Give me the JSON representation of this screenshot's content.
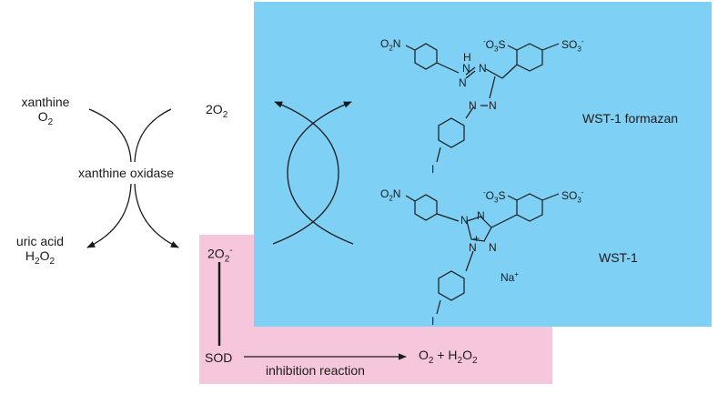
{
  "left_reaction": {
    "substrate_line1": "xanthine",
    "substrate_line2_base": "O",
    "substrate_line2_sub": "2",
    "enzyme": "xanthine oxidase",
    "product_line1": "uric acid",
    "product_line2_h": "H",
    "product_line2_sub1": "2",
    "product_line2_o": "O",
    "product_line2_sub2": "2"
  },
  "superoxide_top": {
    "prefix": "2O",
    "sub": "2"
  },
  "superoxide_box": {
    "prefix": "2O",
    "sub": "2",
    "sup": "-"
  },
  "sod": "SOD",
  "inhibition": "inhibition reaction",
  "inhibition_product": {
    "o": "O",
    "o_sub": "2",
    "plus_h": " + H",
    "h_sub": "2",
    "o2": "O",
    "o2_sub": "2"
  },
  "formazan_label": "WST-1 formazan",
  "wst1_label": "WST-1",
  "structure": {
    "o2n": {
      "o": "O",
      "sub": "2",
      "n": "N"
    },
    "so3_left": {
      "pre": "-",
      "base": "O",
      "sub": "3",
      "s": "S"
    },
    "so3_right": {
      "base": "SO",
      "sub": "3",
      "sup": "-"
    },
    "h": "H",
    "n": "N",
    "iodo": "I",
    "plus": "+",
    "na": {
      "base": "Na",
      "sup": "+"
    }
  },
  "colors": {
    "blue_box": "#7fd0f5",
    "pink_box": "#f6c7dc",
    "ink": "#1a1a1a"
  }
}
